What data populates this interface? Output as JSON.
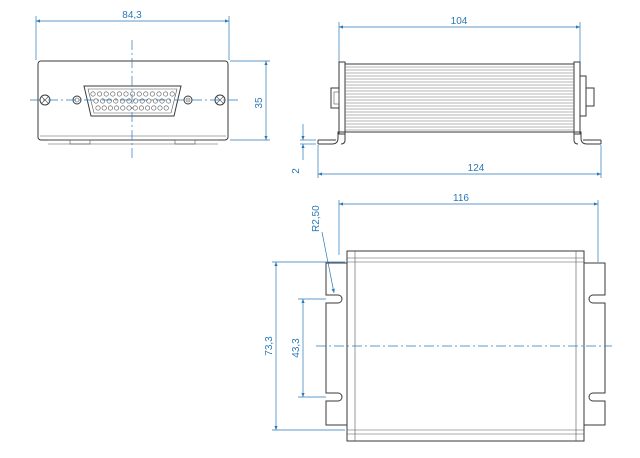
{
  "dimensions": {
    "front_width": "84,3",
    "front_height": "35",
    "side_body_length": "104",
    "side_flange_thickness": "2",
    "side_total_length": "124",
    "top_total_length": "116",
    "slot_radius": "R2,50",
    "top_body_width": "73,3",
    "slot_spacing": "43,3"
  },
  "colors": {
    "dimension": "#2a78b8",
    "outline": "#3a3a3a"
  },
  "icons": {
    "screw": "phillips-screw-icon",
    "connector": "d-sub-connector-icon"
  }
}
